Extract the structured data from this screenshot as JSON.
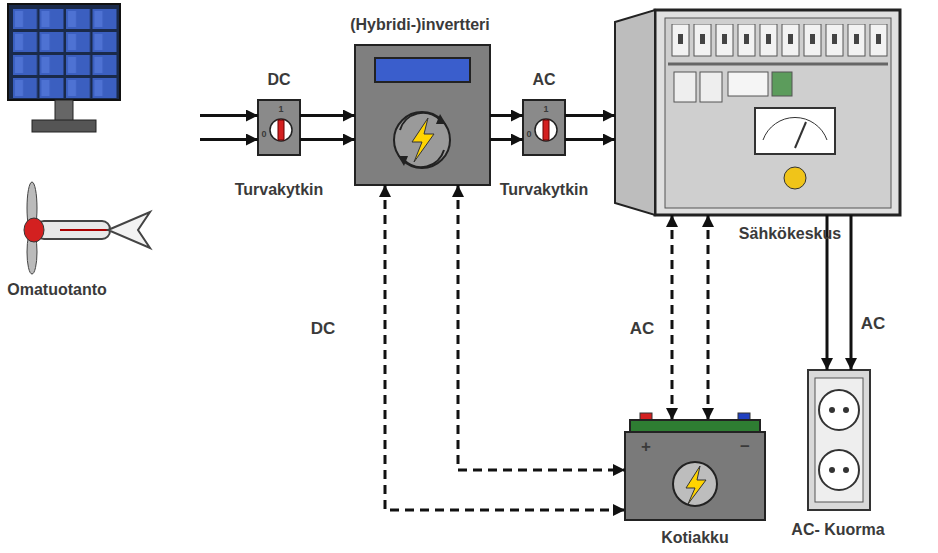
{
  "diagram": {
    "nodes": [
      {
        "text": [
          "Omatuotanto"
        ]
      },
      {
        "text": [
          "DC",
          "Turvakytkin"
        ]
      },
      {
        "text": [
          "(Hybridi-)invertteri"
        ]
      },
      {
        "text": [
          "AC",
          "Turvakytkin"
        ]
      },
      {
        "text": [
          "Sähkökeskus"
        ]
      },
      {
        "text": [
          "Kotiakku"
        ]
      },
      {
        "text": [
          "AC- Kuorma"
        ]
      }
    ],
    "edges": [
      {
        "from": 0,
        "to": 1,
        "arrow": "to"
      },
      {
        "from": 1,
        "to": 2,
        "arrow": "to"
      },
      {
        "from": 2,
        "to": 3,
        "arrow": "to"
      },
      {
        "from": 3,
        "to": 4,
        "arrow": "to"
      },
      {
        "from": 2,
        "to": 5,
        "label": "DC",
        "arrow": "both"
      },
      {
        "from": 4,
        "to": 5,
        "label": "AC",
        "arrow": "both"
      },
      {
        "from": 4,
        "to": 6,
        "label": "AC",
        "arrow": "to"
      }
    ],
    "labels": [
      "1",
      "0",
      "1",
      "0",
      "+",
      "−"
    ]
  }
}
